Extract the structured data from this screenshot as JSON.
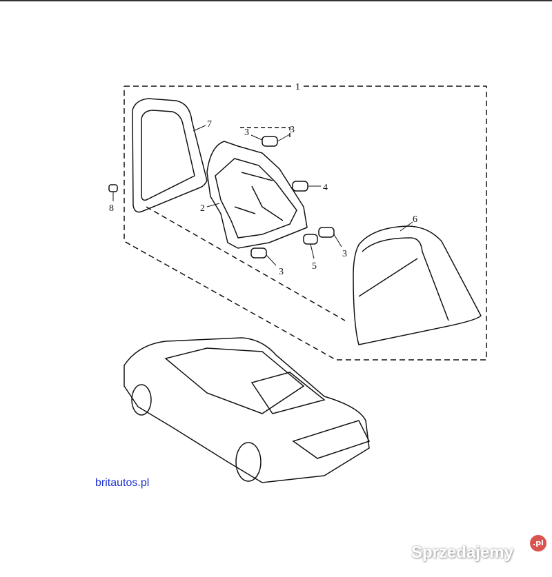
{
  "callouts": {
    "assembly": "1",
    "bracket": "2",
    "screw_a": "3",
    "screw_b": "3",
    "screw_c": "3",
    "screw_d": "3",
    "screw_4": "4",
    "screw_5": "5",
    "lens": "6",
    "gasket": "7",
    "nut": "8"
  },
  "link_text": "britautos.pl",
  "watermark": {
    "text": "Sprzedajemy",
    "suffix": ".pl",
    "accent": "#d9534f"
  },
  "colors": {
    "line": "#111111",
    "link": "#1a2fd6"
  }
}
